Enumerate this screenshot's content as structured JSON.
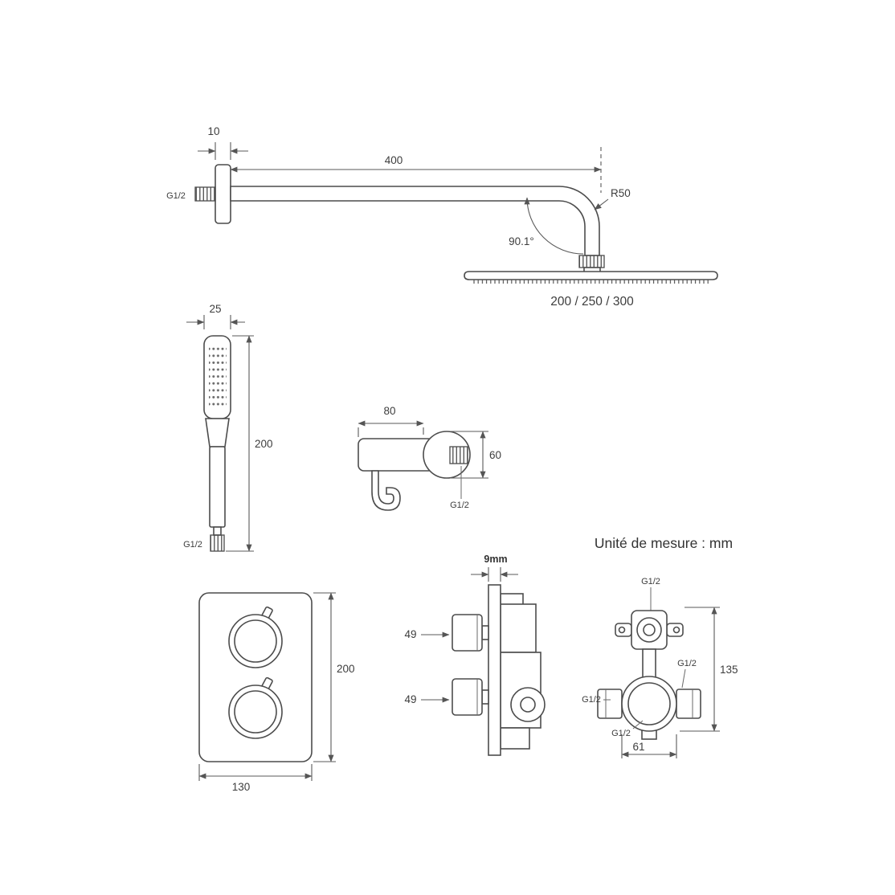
{
  "colors": {
    "line": "#4c4c4c",
    "text": "#3d3d3d",
    "background": "#ffffff"
  },
  "units_note": "Unité de mesure : mm",
  "shower_arm": {
    "flange_thickness": "10",
    "arm_length": "400",
    "bend_radius": "R50",
    "bend_angle": "90.1°",
    "thread": "G1/2",
    "head_diameters": "200 / 250 / 300"
  },
  "hand_shower": {
    "width": "25",
    "length": "200",
    "thread": "G1/2"
  },
  "wall_outlet": {
    "length": "80",
    "flange_diameter": "60",
    "thread": "G1/2"
  },
  "valve_front": {
    "height": "200",
    "width": "130"
  },
  "valve_side": {
    "plate_thickness": "9mm",
    "knob_top": "49",
    "knob_bottom": "49"
  },
  "valve_rear": {
    "thread_top": "G1/2",
    "thread_right": "G1/2",
    "thread_left": "G1/2",
    "thread_bottom": "G1/2",
    "height": "135",
    "width": "61"
  }
}
